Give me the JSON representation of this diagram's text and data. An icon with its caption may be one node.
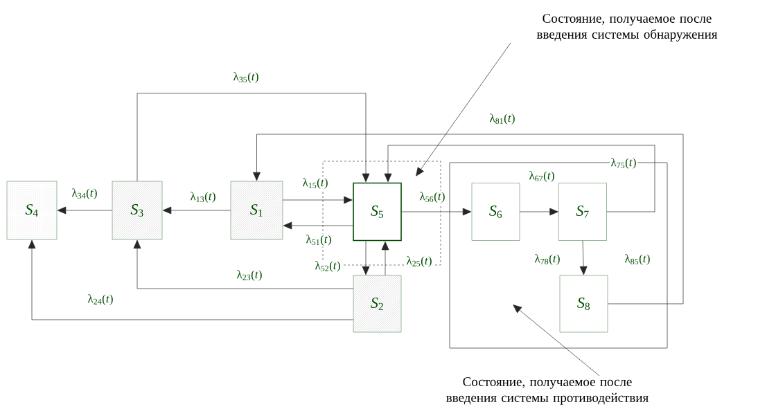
{
  "diagram": {
    "nodes": [
      {
        "text": [
          "Состояние, получаемое после введения системы обнаружения"
        ]
      },
      {
        "text": [
          "*S*$_{4}$"
        ]
      },
      {
        "text": [
          "*S*$_{3}$"
        ]
      },
      {
        "text": [
          "*S*$_{1}$"
        ]
      },
      {
        "text": [],
        "shape": "box"
      },
      {
        "text": [
          "*S*$_{5}$"
        ],
        "in": 4
      },
      {
        "text": [],
        "shape": "box"
      },
      {
        "text": [
          "*S*$_{6}$"
        ],
        "in": 6
      },
      {
        "text": [
          "*S*$_{7}$"
        ],
        "in": 6
      },
      {
        "text": [
          "*S*$_{8}$"
        ],
        "in": 6
      },
      {
        "text": [
          "*S*$_{2}$"
        ]
      },
      {
        "text": [
          "Состояние, получаемое после введения системы противодействия"
        ]
      }
    ],
    "edges": [
      {
        "from": 3,
        "to": 2,
        "arrow": "to",
        "label": "λ$_{13}$(*t*)"
      },
      {
        "from": 2,
        "to": 1,
        "arrow": "to",
        "label": "λ$_{34}$(*t*)"
      },
      {
        "from": 3,
        "to": 5,
        "arrow": "to",
        "label": "λ$_{15}$(*t*)"
      },
      {
        "from": 5,
        "to": 3,
        "arrow": "to",
        "label": "λ$_{51}$(*t*)"
      },
      {
        "from": 5,
        "to": 10,
        "arrow": "to",
        "label": "λ$_{52}$(*t*)"
      },
      {
        "from": 10,
        "to": 5,
        "arrow": "to",
        "label": "λ$_{25}$(*t*)"
      },
      {
        "from": 10,
        "to": 2,
        "arrow": "to",
        "label": "λ$_{23}$(*t*)"
      },
      {
        "from": 10,
        "to": 1,
        "arrow": "to",
        "label": "λ$_{24}$(*t*)"
      },
      {
        "from": 2,
        "to": 5,
        "arrow": "to",
        "label": "λ$_{35}$(*t*)"
      },
      {
        "from": 5,
        "to": 7,
        "arrow": "to",
        "label": "λ$_{56}$(*t*)"
      },
      {
        "from": 7,
        "to": 8,
        "arrow": "to",
        "label": "λ$_{67}$(*t*)"
      },
      {
        "from": 8,
        "to": 9,
        "arrow": "to",
        "label": "λ$_{78}$(*t*)"
      },
      {
        "from": 8,
        "to": 5,
        "arrow": "to",
        "label": "λ$_{75}$(*t*)"
      },
      {
        "from": 9,
        "to": 3,
        "arrow": "to",
        "label": "λ$_{81}$(*t*)"
      },
      {
        "from": 0,
        "to": 4,
        "arrow": "to"
      },
      {
        "from": 11,
        "to": 6,
        "arrow": "to"
      }
    ],
    "labels": [
      "λ$_{85}$(*t*)"
    ]
  }
}
